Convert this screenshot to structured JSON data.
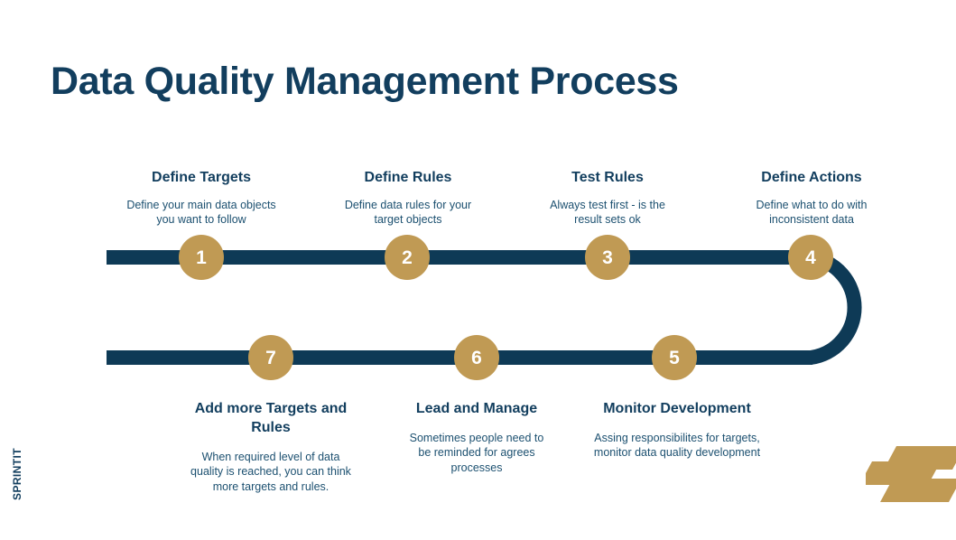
{
  "slide": {
    "title": "Data Quality Management Process",
    "background_color": "#ffffff"
  },
  "theme": {
    "navy": "#123E5E",
    "track_navy": "#0E3A56",
    "gold": "#C09A54",
    "body_text": "#1C5070"
  },
  "brand": {
    "wordmark": "SPRINTIT",
    "logo_name": "sprintit-chevron-bars-logo"
  },
  "process": {
    "steps": [
      {
        "number": "1",
        "heading": "Define Targets",
        "body": "Define your main data objects you want to follow",
        "row": "top"
      },
      {
        "number": "2",
        "heading": "Define Rules",
        "body": "Define data rules for your target objects",
        "row": "top"
      },
      {
        "number": "3",
        "heading": "Test Rules",
        "body": "Always test first - is the result sets ok",
        "row": "top"
      },
      {
        "number": "4",
        "heading": "Define Actions",
        "body": "Define what to do with inconsistent data",
        "row": "top"
      },
      {
        "number": "5",
        "heading": "Monitor Development",
        "body": "Assing responsibilites for targets, monitor data quality development",
        "row": "bottom"
      },
      {
        "number": "6",
        "heading": "Lead and Manage",
        "body": "Sometimes people need to be reminded for agrees processes",
        "row": "bottom"
      },
      {
        "number": "7",
        "heading": "Add more Targets and Rules",
        "body": "When required level of data quality is reached, you can think more targets and rules.",
        "row": "bottom"
      }
    ]
  }
}
